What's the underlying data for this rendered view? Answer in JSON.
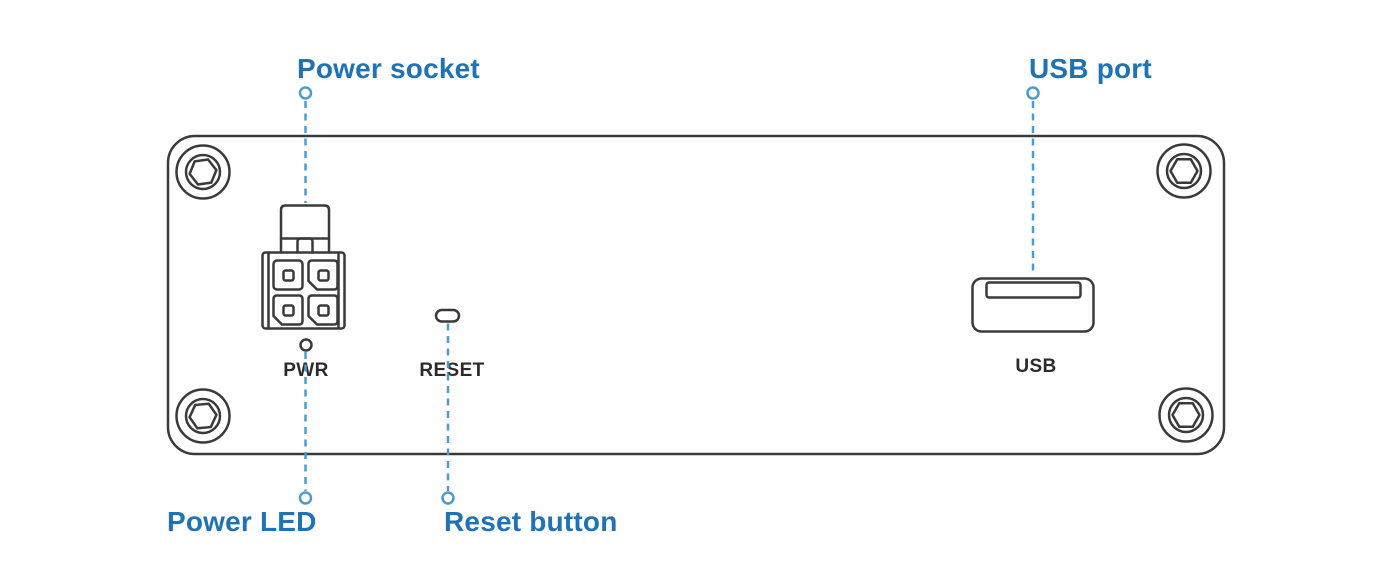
{
  "callouts": [
    {
      "name": "power-socket",
      "label": "Power socket"
    },
    {
      "name": "usb-port",
      "label": "USB port"
    },
    {
      "name": "power-led",
      "label": "Power LED"
    },
    {
      "name": "reset-button",
      "label": "Reset button"
    }
  ],
  "panel_labels": {
    "power": "PWR",
    "reset": "RESET",
    "usb": "USB"
  },
  "colors": {
    "callout_text": "#1e72b5",
    "leader_line": "#4d9ccf",
    "line_art": "#3a3a3c",
    "panel_label_text": "#2b2b2c",
    "background": "#ffffff"
  }
}
